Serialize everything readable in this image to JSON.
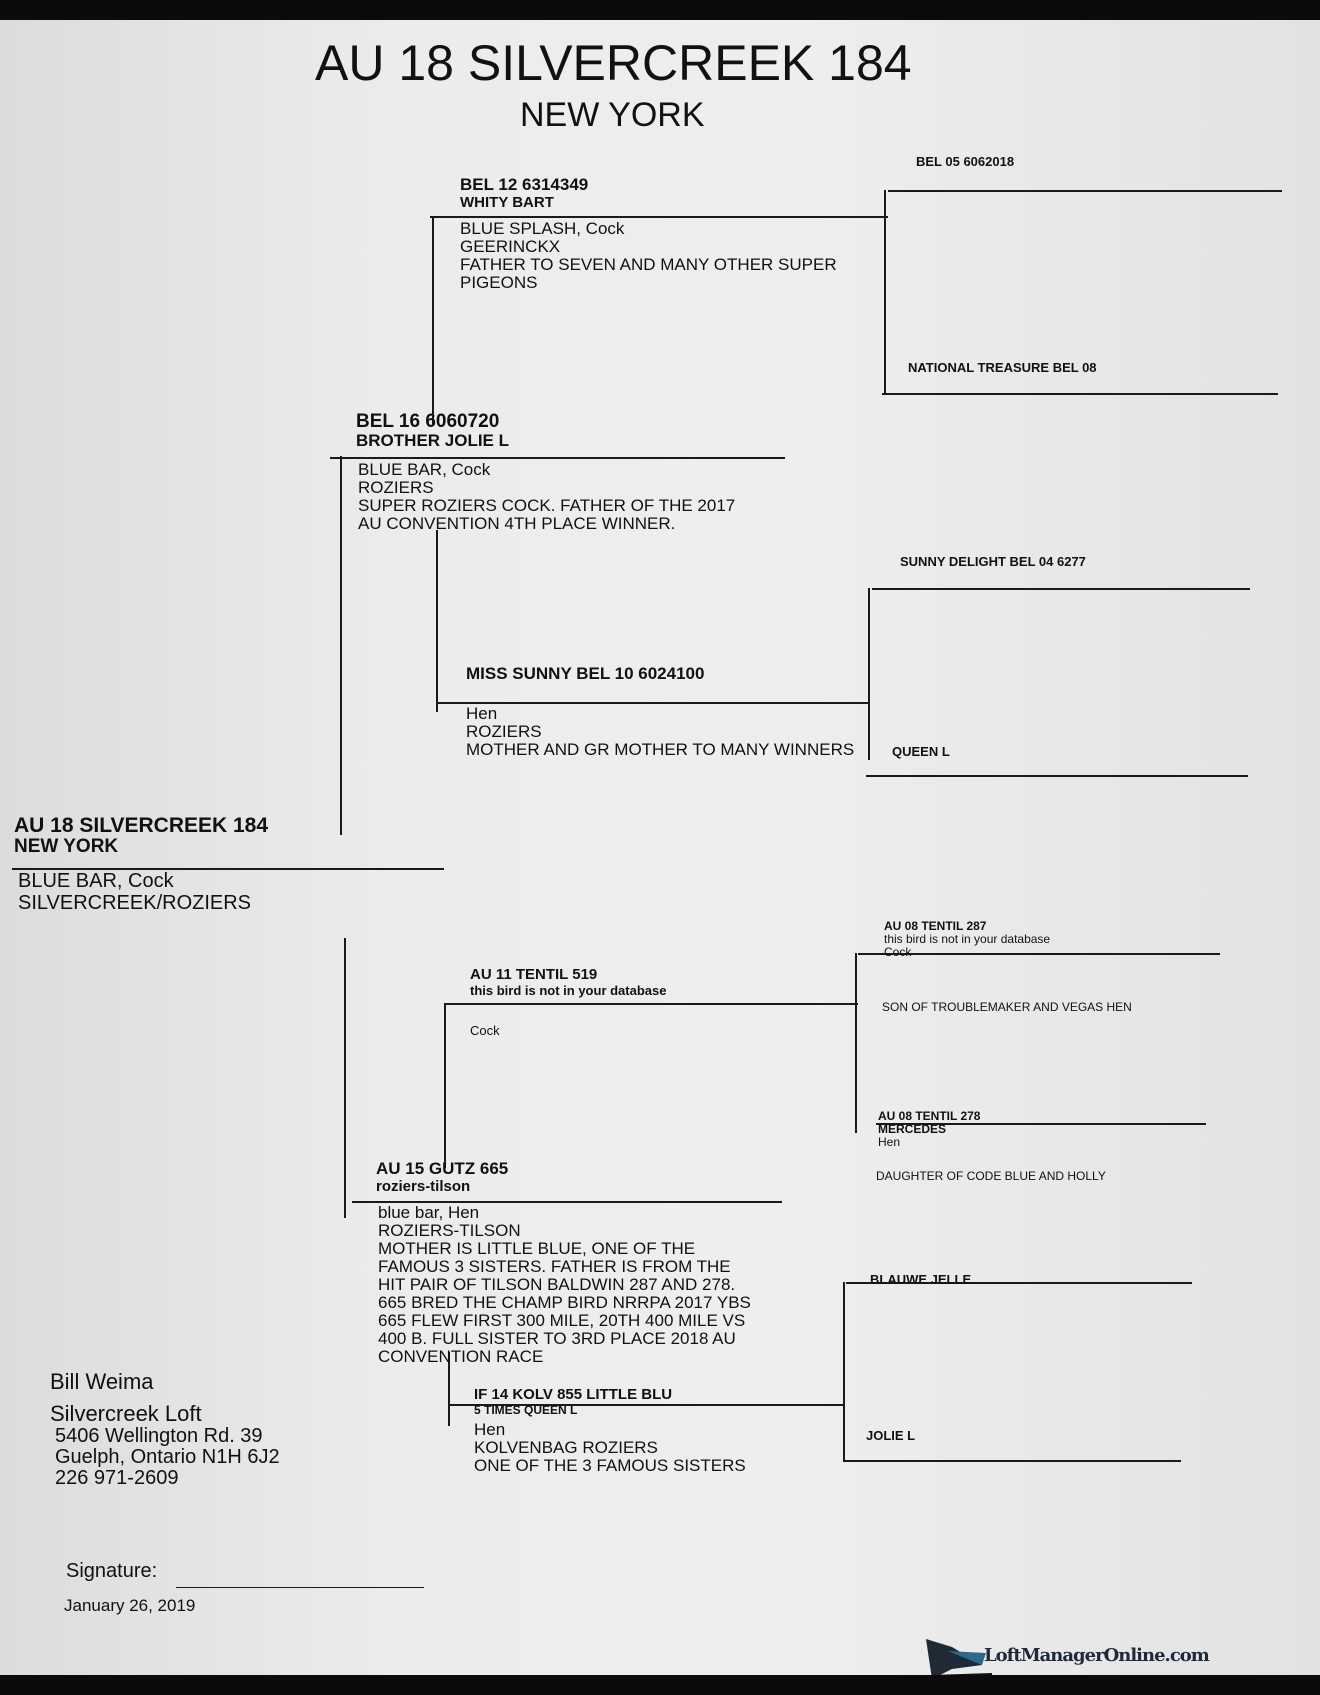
{
  "header": {
    "title": "AU 18 SILVERCREEK 184",
    "subtitle": "NEW YORK"
  },
  "subject": {
    "band": "AU 18 SILVERCREEK 184",
    "name": "NEW YORK",
    "color_sex": "BLUE BAR, Cock",
    "strain": "SILVERCREEK/ROZIERS"
  },
  "sire": {
    "band": "BEL 16 6060720",
    "name": "BROTHER JOLIE L",
    "color_sex": "BLUE BAR, Cock",
    "strain": "ROZIERS",
    "notes": [
      "SUPER ROZIERS COCK. FATHER OF THE 2017",
      "AU CONVENTION 4TH PLACE WINNER."
    ]
  },
  "sire_sire": {
    "band": "BEL 12 6314349",
    "name": "WHITY BART",
    "color_sex": "BLUE SPLASH, Cock",
    "strain": "GEERINCKX",
    "notes": [
      "FATHER TO SEVEN AND MANY OTHER SUPER",
      "PIGEONS"
    ]
  },
  "sire_sire_sire": {
    "band": "BEL 05 6062018"
  },
  "sire_sire_dam": {
    "band": "NATIONAL TREASURE BEL 08"
  },
  "sire_dam": {
    "band": "MISS SUNNY BEL 10 6024100",
    "color_sex": "Hen",
    "strain": "ROZIERS",
    "notes": [
      "MOTHER AND GR MOTHER TO MANY WINNERS"
    ]
  },
  "sire_dam_sire": {
    "band": "SUNNY DELIGHT BEL 04 6277"
  },
  "sire_dam_dam": {
    "band": "QUEEN L"
  },
  "dam": {
    "band": "AU 15 GUTZ 665",
    "name": "roziers-tilson",
    "color_sex": "blue bar, Hen",
    "strain": "ROZIERS-TILSON",
    "notes": [
      "MOTHER IS LITTLE BLUE, ONE OF THE",
      "FAMOUS 3 SISTERS. FATHER IS FROM THE",
      "HIT PAIR OF TILSON BALDWIN 287 AND 278.",
      "665 BRED THE CHAMP BIRD NRRPA 2017 YBS",
      "665 FLEW FIRST 300 MILE, 20TH 400 MILE VS",
      "400 B. FULL SISTER TO 3RD PLACE 2018 AU",
      "CONVENTION RACE"
    ]
  },
  "dam_sire": {
    "band": "AU 11 TENTIL 519",
    "name": "this bird is not in your database",
    "color_sex": "Cock"
  },
  "dam_sire_sire": {
    "band": "AU 08 TENTIL 287",
    "name": "this bird is not in your database",
    "color_sex": "Cock",
    "notes": [
      "SON OF TROUBLEMAKER AND VEGAS HEN"
    ]
  },
  "dam_sire_dam": {
    "band": "AU 08 TENTIL 278",
    "name": "MERCEDES",
    "color_sex": "Hen",
    "notes": [
      "DAUGHTER OF CODE BLUE AND HOLLY"
    ]
  },
  "dam_dam": {
    "band": "IF 14 KOLV 855 LITTLE BLU",
    "name": "5 TIMES QUEEN L",
    "color_sex": "Hen",
    "strain": "KOLVENBAG ROZIERS",
    "notes": [
      "ONE OF THE 3 FAMOUS SISTERS"
    ]
  },
  "dam_dam_sire": {
    "band": "BLAUWE JELLE"
  },
  "dam_dam_dam": {
    "band": "JOLIE L"
  },
  "owner": {
    "name": "Bill Weima",
    "loft": "Silvercreek Loft",
    "address1": "5406 Wellington Rd. 39",
    "address2": "Guelph, Ontario N1H 6J2",
    "phone": "226 971-2609"
  },
  "footer": {
    "signature_label": "Signature:",
    "date": "January 26, 2019",
    "logo_text": "LoftManagerOnline.com"
  }
}
